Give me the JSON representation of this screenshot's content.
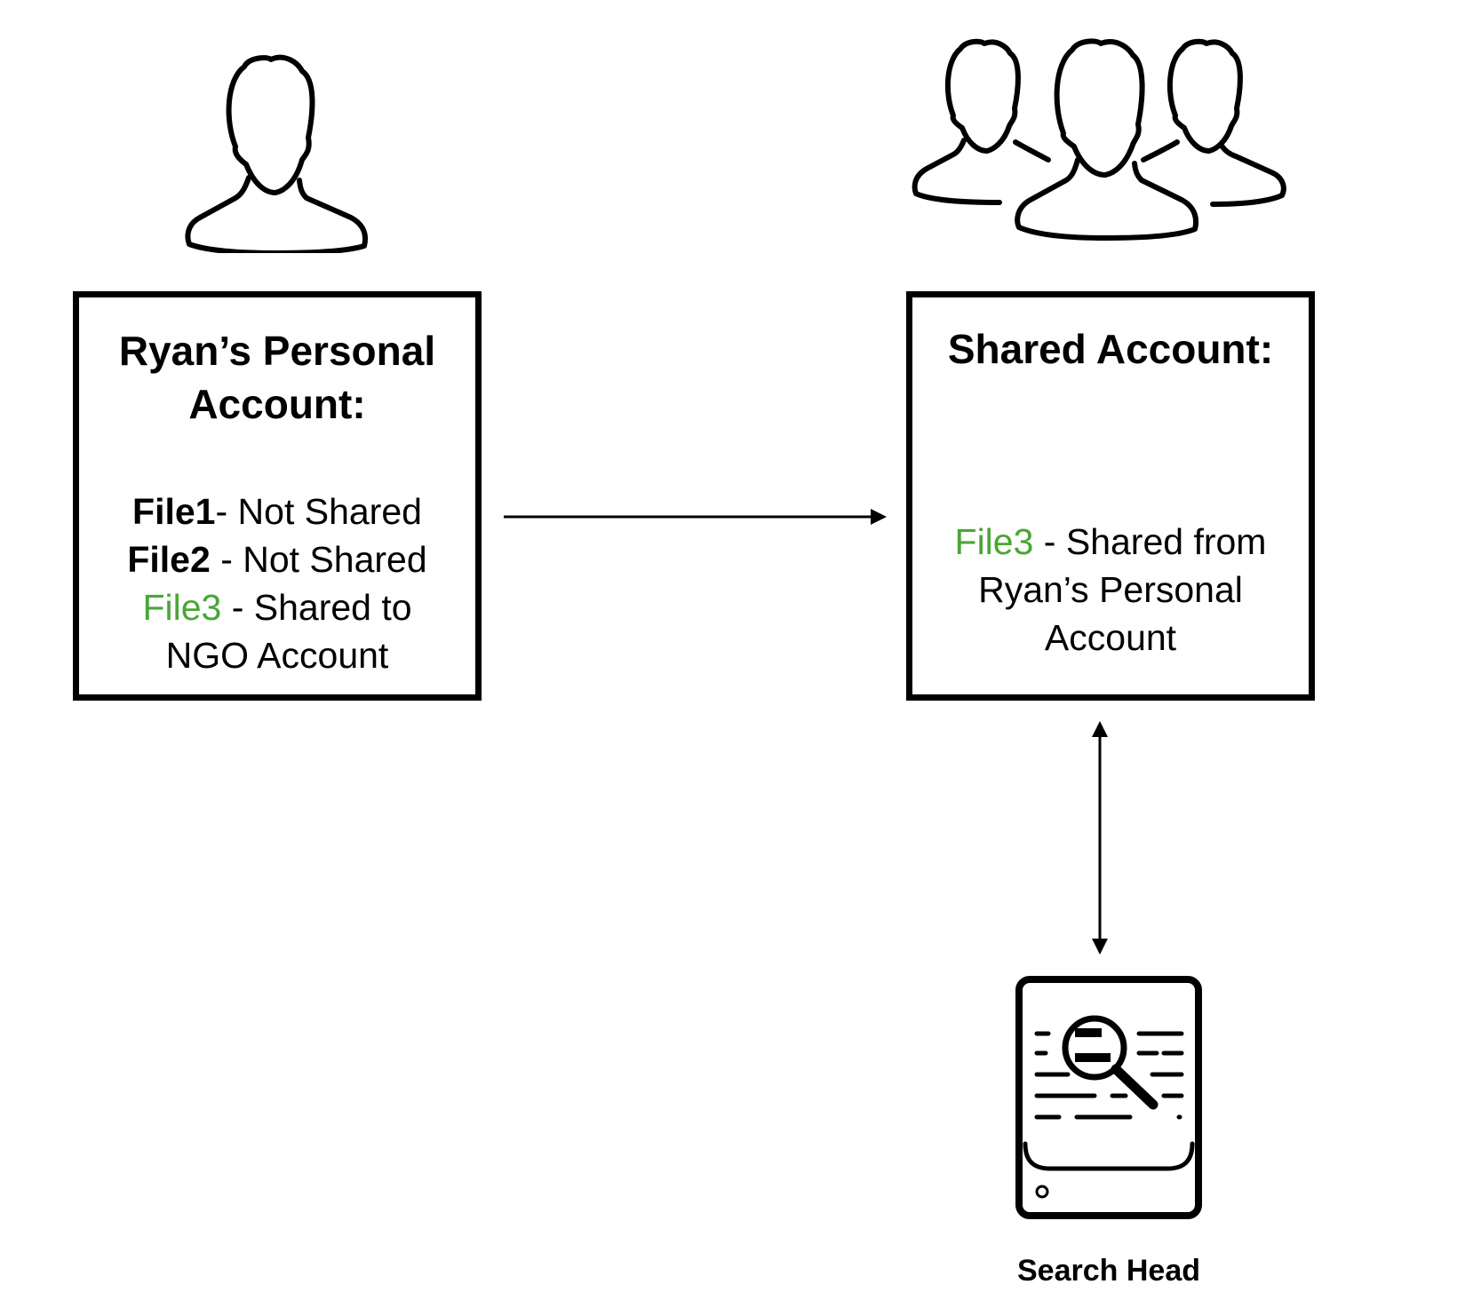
{
  "personal_box": {
    "title_line1": "Ryan’s Personal",
    "title_line2": "Account:",
    "lines": [
      {
        "file": "File1",
        "sep": "- ",
        "text": "Not Shared"
      },
      {
        "file": "File2",
        "sep": " - ",
        "text": "Not Shared"
      },
      {
        "file": "File3",
        "sep": " - ",
        "text": "Shared to"
      },
      {
        "file": "",
        "sep": "",
        "text": "NGO Account"
      }
    ]
  },
  "shared_box": {
    "title": "Shared Account:",
    "lines": [
      {
        "file": "File3",
        "text": " - Shared from"
      },
      {
        "file": "",
        "text": "Ryan’s Personal"
      },
      {
        "file": "",
        "text": "Account"
      }
    ]
  },
  "search_head": {
    "caption": "Search Head"
  },
  "colors": {
    "shared_file": "#4aa636",
    "stroke": "#000000"
  },
  "icons": [
    "single-user-icon",
    "user-group-icon",
    "search-document-icon"
  ]
}
